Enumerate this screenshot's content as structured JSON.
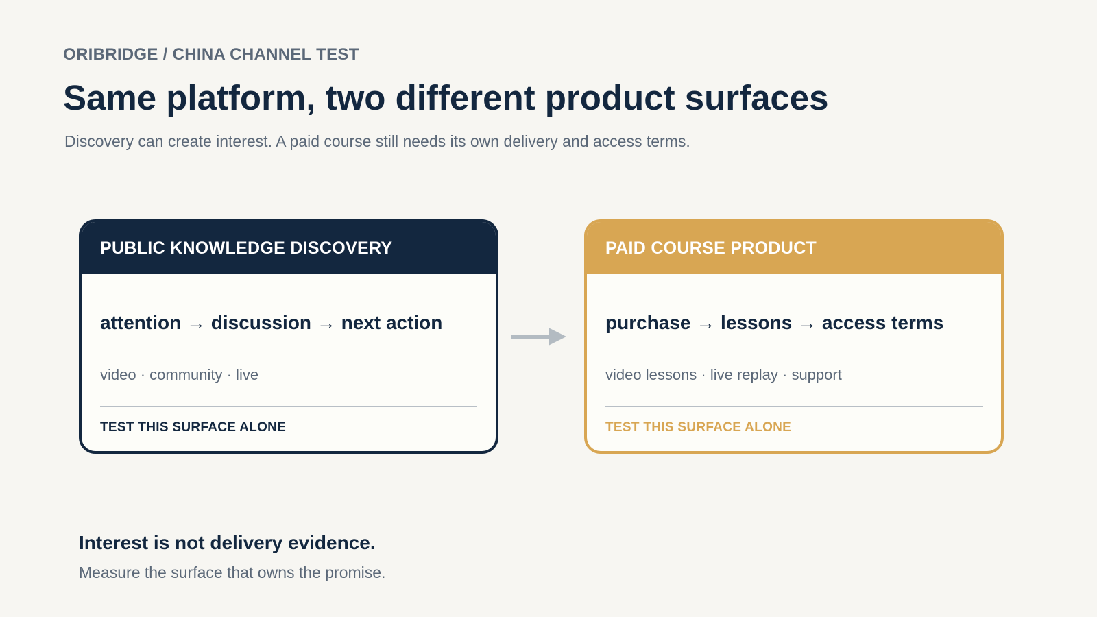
{
  "header": {
    "eyebrow": "ORIBRIDGE / CHINA CHANNEL TEST",
    "title": "Same platform, two different product surfaces",
    "subtitle": "Discovery can create interest. A paid course still needs its own delivery and access terms."
  },
  "cards": [
    {
      "title": "PUBLIC KNOWLEDGE DISCOVERY",
      "flow": "attention → discussion → next action",
      "channels": "video · community · live",
      "footer": "TEST THIS SURFACE ALONE",
      "color": "#13273f"
    },
    {
      "title": "PAID COURSE PRODUCT",
      "flow": "purchase → lessons → access terms",
      "channels": "video lessons · live replay · support",
      "footer": "TEST THIS SURFACE ALONE",
      "color": "#d8a653"
    }
  ],
  "connector": {
    "icon": "arrow-right-icon",
    "color": "#b3bbc2"
  },
  "takeaway": {
    "headline": "Interest is not delivery evidence.",
    "subline": "Measure the surface that owns the promise."
  },
  "colors": {
    "background": "#f7f6f2",
    "navy": "#13273f",
    "gold": "#d8a653",
    "muted_text": "#5b6878"
  }
}
